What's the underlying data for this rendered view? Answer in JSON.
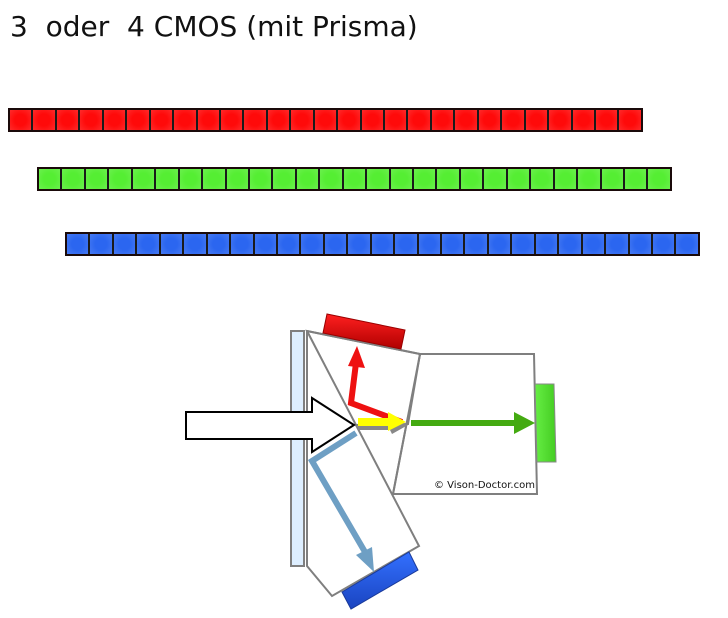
{
  "title": "3  oder  4 CMOS (mit Prisma)",
  "sensor_rows": [
    {
      "name": "red",
      "color": "#ff0a0a",
      "cells": 27
    },
    {
      "name": "green",
      "color": "#55ee33",
      "cells": 27
    },
    {
      "name": "blue",
      "color": "#2b66f0",
      "cells": 27
    }
  ],
  "prism": {
    "copyright": "© Vison-Doctor.com",
    "colors": {
      "incoming_arrow": "#ffffff",
      "red_beam": "#ee1111",
      "yellow_beam": "#ffff00",
      "green_beam": "#44aa11",
      "blue_beam": "#6e9fc4",
      "red_sensor": "#dd0000",
      "green_sensor": "#55dd33",
      "blue_sensor": "#2255dd",
      "glass_plate": "#ddeeff",
      "prism_outline": "#7f7f7f"
    }
  }
}
